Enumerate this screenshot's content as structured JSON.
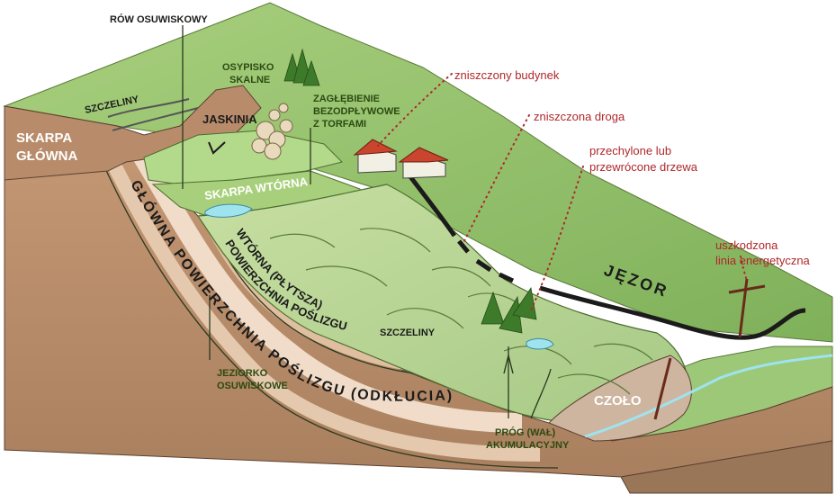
{
  "labels": {
    "row_osuwiskowy": "RÓW OSUWISKOWY",
    "szczeliny_top": "SZCZELINY",
    "skarpa_glowna_1": "SKARPA",
    "skarpa_glowna_2": "GŁÓWNA",
    "osypisko_1": "OSYPISKO",
    "osypisko_2": "SKALNE",
    "jaskinia": "JASKINIA",
    "zaglebienie_1": "ZAGŁĘBIENIE",
    "zaglebienie_2": "BEZODPŁYWOWE",
    "zaglebienie_3": "Z TORFAMI",
    "skarpa_wtorna": "SKARPA WTÓRNA",
    "glowna_powierzchnia": "GŁÓWNA POWIERZCHNIA POŚLIZGU (ODKŁUCIA)",
    "wtorna_1": "WTÓRNA (PŁYTSZA)",
    "wtorna_2": "POWIERZCHNIA POŚLIZGU",
    "szczeliny_mid": "SZCZELINY",
    "jeziorko_1": "JEZIORKO",
    "jeziorko_2": "OSUWISKOWE",
    "jezor": "JĘZOR",
    "czolo": "CZOŁO",
    "prog_1": "PRÓG (WAŁ)",
    "prog_2": "AKUMULACYJNY",
    "zniszczony_budynek": "zniszczony budynek",
    "zniszczona_droga": "zniszczona droga",
    "przechylone_1": "przechylone lub",
    "przechylone_2": "przewrócone drzewa",
    "uszkodzona_1": "uszkodzona",
    "uszkodzona_2": "linia energetyczna"
  },
  "colors": {
    "grass_light": "#bcd98f",
    "grass_mid": "#a2c878",
    "slope_green": "#8fbf6a",
    "soil_dark": "#b48a6a",
    "soil_light": "#d9b99a",
    "soil_pale": "#ecd7c2",
    "water": "#7fd0e0",
    "callout_red": "#b0272a"
  }
}
